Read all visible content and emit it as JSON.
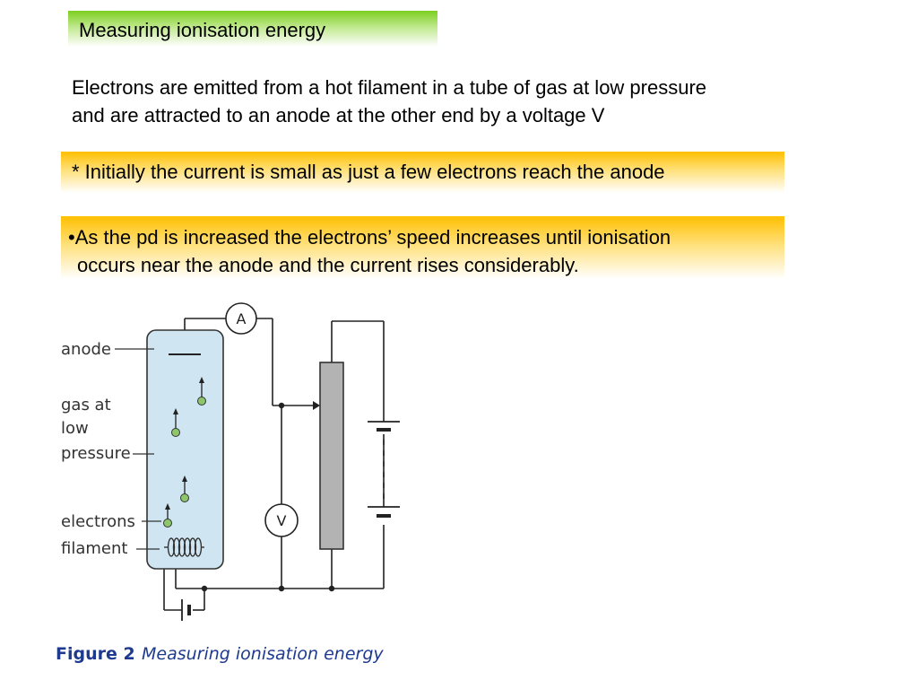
{
  "title": "Measuring ionisation energy",
  "intro": {
    "line1": "Electrons are emitted from a hot filament in a tube of gas at low pressure",
    "line2": "and are attracted to an anode at the other end by a voltage V"
  },
  "point1": "* Initially the current is small as just a few electrons reach the anode",
  "point2": {
    "line1": "•As the pd is increased the electrons’ speed increases until ionisation",
    "line2": "occurs near the anode and the current rises considerably."
  },
  "figure": {
    "labels": {
      "anode": "anode",
      "gas1": "gas at",
      "gas2": "low",
      "gas3": "pressure",
      "electrons": "electrons",
      "filament": "filament"
    },
    "ammeter": "A",
    "voltmeter": "V",
    "caption_number": "Figure 2",
    "caption_text": "Measuring ionisation energy"
  },
  "colors": {
    "title_band": "#7ccf1f",
    "point_band": "#ffbf00",
    "tube_fill": "#cfe6f2",
    "electron": "#8dc66b",
    "caption": "#1d3a8f"
  }
}
